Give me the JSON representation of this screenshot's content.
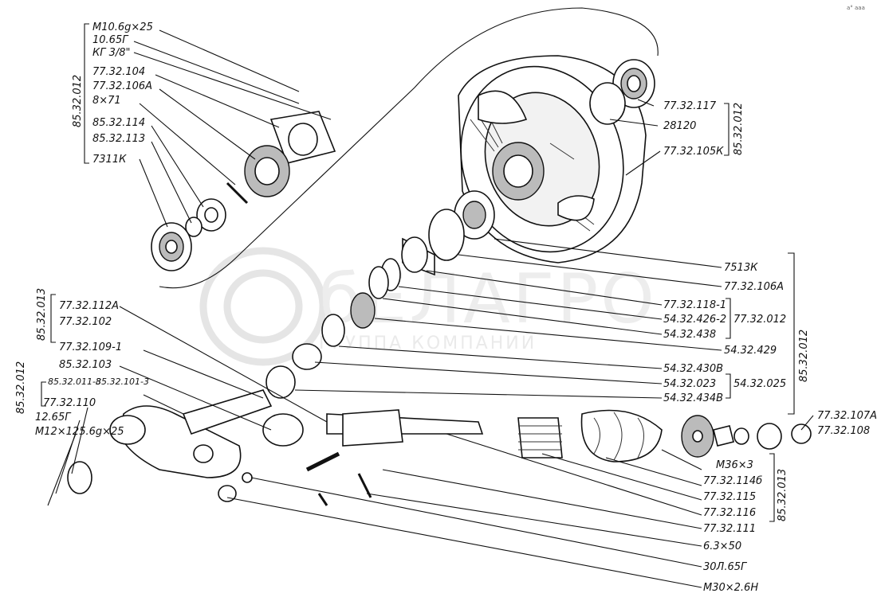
{
  "watermark": {
    "logo": "бЕЛАГРО",
    "subtitle": "ГРУППА КОМПАНИЙ"
  },
  "corner_mark": "а° ааа",
  "group_top_left": {
    "group_code": "85.32.012",
    "labels": [
      "M10.6g×25",
      "10.65Г",
      "КГ 3/8\"",
      "77.32.104",
      "77.32.106А",
      "8×71",
      "85.32.114",
      "85.32.113",
      "7311К"
    ]
  },
  "group_right_top": {
    "labels": [
      "77.32.117",
      "28120",
      "77.32.105К"
    ],
    "group_code": "85.32.012"
  },
  "group_right_mid": {
    "labels": [
      "7513К",
      "77.32.106А",
      "77.32.118-1",
      "54.32.426-2",
      "54.32.438",
      "54.32.429",
      "54.32.430В",
      "54.32.023",
      "54.32.434В"
    ],
    "subgroup_1": "77.32.012",
    "subgroup_2": "54.32.025",
    "group_code": "85.32.012"
  },
  "group_left_mid": {
    "group_code": "85.32.013",
    "labels": [
      "77.32.112А",
      "77.32.102",
      "77.32.109-1",
      "85.32.103"
    ],
    "sub_labels": [
      "85.32.011-3",
      "85.32.101-3"
    ]
  },
  "group_left_bottom": {
    "group_code": "85.32.012",
    "labels": [
      "77.32.110",
      "12.65Г",
      "M12×125.6g×25"
    ]
  },
  "group_right_bottom": {
    "top_labels": [
      "77.32.107А",
      "77.32.108"
    ],
    "labels": [
      "M36×3",
      "77.32.114б",
      "77.32.115",
      "77.32.116",
      "77.32.111",
      "6.3×50",
      "30Л.65Г",
      "M30×2.6Н"
    ],
    "group_code": "85.32.013"
  }
}
